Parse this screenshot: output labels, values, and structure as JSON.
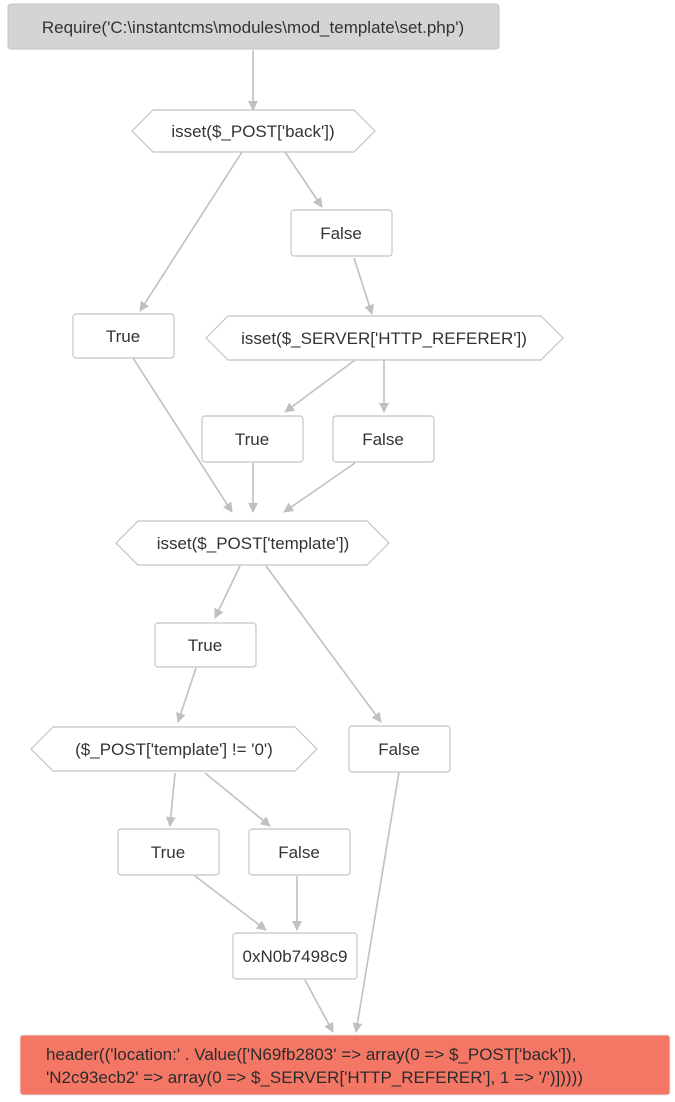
{
  "diagram": {
    "nodes": {
      "start": "Require('C:\\instantcms\\modules\\mod_template\\set.php')",
      "cond1": "isset($_POST['back'])",
      "cond1_false": "False",
      "cond1_true": "True",
      "cond2": "isset($_SERVER['HTTP_REFERER'])",
      "cond2_true": "True",
      "cond2_false": "False",
      "cond3": "isset($_POST['template'])",
      "cond3_true": "True",
      "cond3_false": "False",
      "cond4": "($_POST['template'] != '0')",
      "cond4_true": "True",
      "cond4_false": "False",
      "value_node": "0xN0b7498c9",
      "end_line1": "header(('location:' . Value(['N69fb2803' => array(0 => $_POST['back']),",
      "end_line2": "'N2c93ecb2' => array(0 => $_SERVER['HTTP_REFERER'], 1 => '/')]))))"
    },
    "colors": {
      "start_fill": "#d4d4d4",
      "end_fill": "#f47766",
      "edge": "#c0c0c0",
      "border": "#c4c4c4"
    }
  }
}
